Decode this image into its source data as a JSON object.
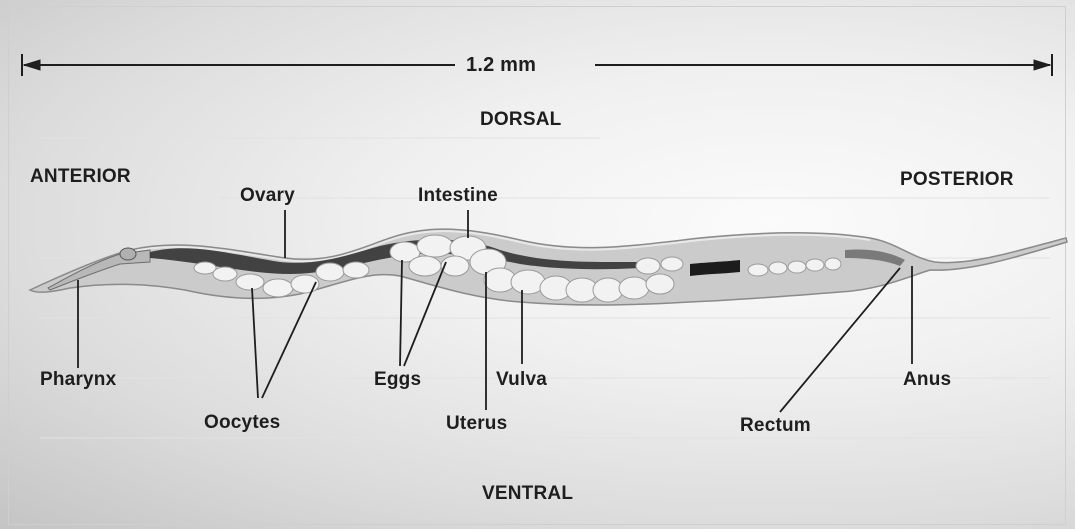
{
  "scale": {
    "text": "1.2 mm"
  },
  "orientation": {
    "dorsal": "DORSAL",
    "ventral": "VENTRAL",
    "anterior": "ANTERIOR",
    "posterior": "POSTERIOR"
  },
  "labels": {
    "ovary": "Ovary",
    "intestine": "Intestine",
    "pharynx": "Pharynx",
    "oocytes": "Oocytes",
    "eggs": "Eggs",
    "vulva": "Vulva",
    "uterus": "Uterus",
    "rectum": "Rectum",
    "anus": "Anus"
  },
  "colors": {
    "ink": "#1e1e1e",
    "body": "#c9c9c9",
    "eggs": "#f3f3f3",
    "gut": "#202020"
  }
}
